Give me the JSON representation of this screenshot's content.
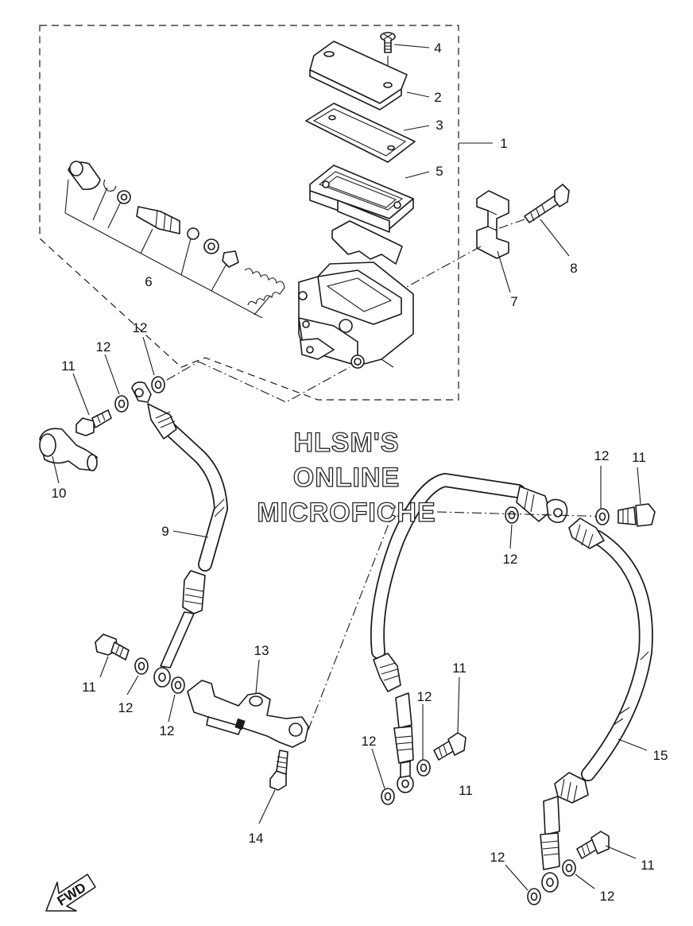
{
  "watermark": {
    "line1": "HLSM'S",
    "line2": "ONLINE",
    "line3": "MICROFICHE"
  },
  "fwd_label": "FWD",
  "callouts": {
    "c1": "1",
    "c2": "2",
    "c3": "3",
    "c4": "4",
    "c5": "5",
    "c6": "6",
    "c7": "7",
    "c8": "8",
    "c9": "9",
    "c10": "10",
    "c11a": "11",
    "c12a": "12",
    "c12b": "12",
    "c11b": "11",
    "c12c": "12",
    "c11c": "11",
    "c12d": "12",
    "c13": "13",
    "c11d": "11",
    "c12e": "12",
    "c12f": "12",
    "c14": "14",
    "c11e": "11",
    "c12g": "12",
    "c12h": "12",
    "c15": "15",
    "c12i": "12",
    "c11f": "11",
    "c12j": "12"
  }
}
